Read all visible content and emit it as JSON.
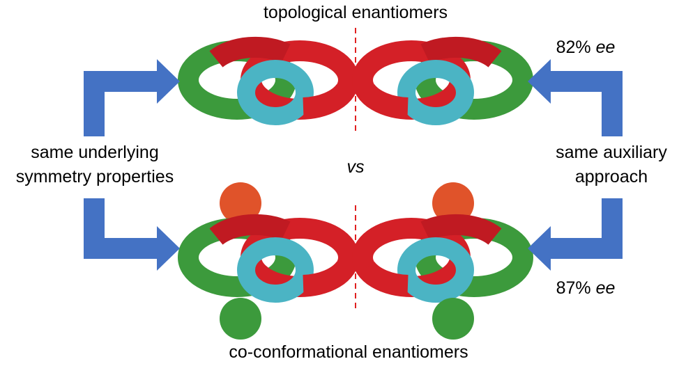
{
  "title_top": "topological enantiomers",
  "title_bottom": "co-conformational enantiomers",
  "vs": "vs",
  "left_label": [
    "same underlying",
    "symmetry properties"
  ],
  "right_label": [
    "same auxiliary",
    "approach"
  ],
  "ee_top": {
    "value": "82%",
    "unit": "ee"
  },
  "ee_bottom": {
    "value": "87%",
    "unit": "ee"
  },
  "colors": {
    "arrow": "#4472C4",
    "red": "#D42027",
    "green": "#3C9A3C",
    "cyan": "#4BB4C4",
    "orange": "#E0532A",
    "mirror": "#E02020"
  }
}
